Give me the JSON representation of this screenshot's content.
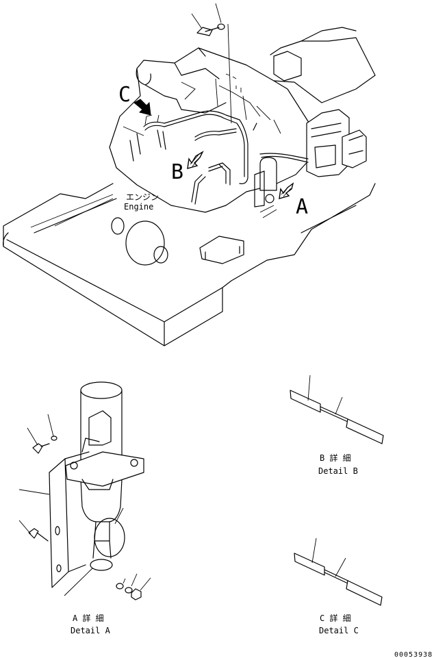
{
  "labels": {
    "view_c": "C",
    "view_b": "B",
    "view_a": "A",
    "engine_jp": "エンジン",
    "engine_en": "Engine",
    "detail_a_jp": "A 詳 細",
    "detail_a_en": "Detail A",
    "detail_b_jp": "B 詳 細",
    "detail_b_en": "Detail B",
    "detail_c_jp": "C 詳 細",
    "detail_c_en": "Detail C",
    "drawing_number": "00053938"
  },
  "icons": [
    "arrow-icon",
    "bolt-icon",
    "washer-icon",
    "nut-icon",
    "bottle-icon",
    "hose-icon"
  ],
  "colors": {
    "line": "#000000",
    "background": "#ffffff"
  }
}
